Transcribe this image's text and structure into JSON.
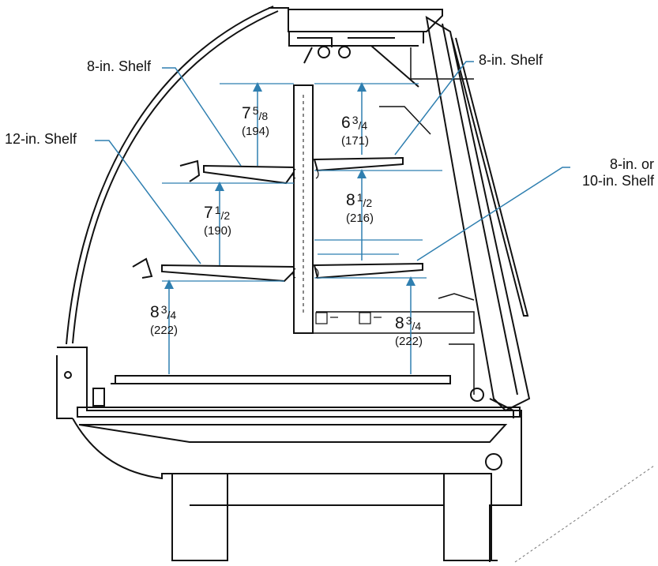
{
  "callouts": {
    "shelf_top_left": "8-in. Shelf",
    "shelf_top_right": "8-in. Shelf",
    "shelf_middle_left": "12-in. Shelf",
    "shelf_lower_right_line1": "8-in. or",
    "shelf_lower_right_line2": "10-in. Shelf"
  },
  "dimensions": {
    "top_left": {
      "whole": "7",
      "num": "5",
      "den": "8",
      "mm": "(194)"
    },
    "top_right": {
      "whole": "6",
      "num": "3",
      "den": "4",
      "mm": "(171)"
    },
    "mid_left": {
      "whole": "7",
      "num": "1",
      "den": "2",
      "mm": "(190)"
    },
    "mid_right": {
      "whole": "8",
      "num": "1",
      "den": "2",
      "mm": "(216)"
    },
    "bottom_left": {
      "whole": "8",
      "num": "3",
      "den": "4",
      "mm": "(222)"
    },
    "bottom_right": {
      "whole": "8",
      "num": "3",
      "den": "4",
      "mm": "(222)"
    }
  },
  "colors": {
    "line": "#111111",
    "dimension": "#2f7fb0",
    "background": "#ffffff"
  }
}
